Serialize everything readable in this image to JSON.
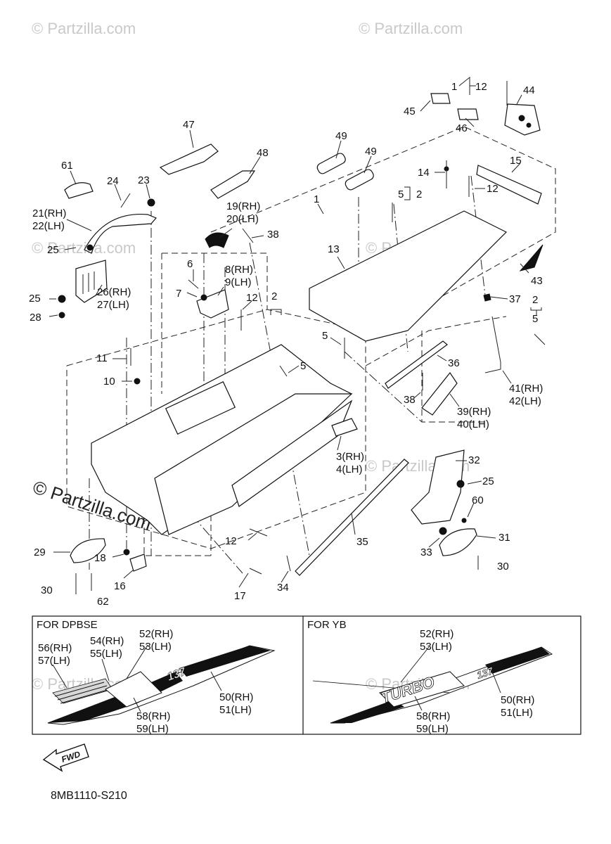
{
  "watermark": {
    "small": "© Partzilla.com",
    "large": "© Partzilla.com"
  },
  "callouts": [
    {
      "id": "c1a",
      "text": "1"
    },
    {
      "id": "c12a",
      "text": "12"
    },
    {
      "id": "c44",
      "text": "44"
    },
    {
      "id": "c45",
      "text": "45"
    },
    {
      "id": "c46",
      "text": "46"
    },
    {
      "id": "c47",
      "text": "47"
    },
    {
      "id": "c48",
      "text": "48"
    },
    {
      "id": "c49a",
      "text": "49"
    },
    {
      "id": "c49b",
      "text": "49"
    },
    {
      "id": "c61",
      "text": "61"
    },
    {
      "id": "c24",
      "text": "24"
    },
    {
      "id": "c23",
      "text": "23"
    },
    {
      "id": "c15",
      "text": "15"
    },
    {
      "id": "c14",
      "text": "14"
    },
    {
      "id": "c12b",
      "text": "12"
    },
    {
      "id": "c5a",
      "text": "5"
    },
    {
      "id": "c2a",
      "text": "2"
    },
    {
      "id": "c1b",
      "text": "1"
    },
    {
      "id": "c21",
      "text": "21(RH)"
    },
    {
      "id": "c22",
      "text": "22(LH)"
    },
    {
      "id": "c19",
      "text": "19(RH)"
    },
    {
      "id": "c20",
      "text": "20(LH)"
    },
    {
      "id": "c38a",
      "text": "38"
    },
    {
      "id": "c13",
      "text": "13"
    },
    {
      "id": "c43",
      "text": "43"
    },
    {
      "id": "c25a",
      "text": "25"
    },
    {
      "id": "c6",
      "text": "6"
    },
    {
      "id": "c8",
      "text": "8(RH)"
    },
    {
      "id": "c9",
      "text": "9(LH)"
    },
    {
      "id": "c26",
      "text": "26(RH)"
    },
    {
      "id": "c27",
      "text": "27(LH)"
    },
    {
      "id": "c25b",
      "text": "25"
    },
    {
      "id": "c7",
      "text": "7"
    },
    {
      "id": "c12c",
      "text": "12"
    },
    {
      "id": "c2b",
      "text": "2"
    },
    {
      "id": "c37",
      "text": "37"
    },
    {
      "id": "c2c",
      "text": "2"
    },
    {
      "id": "c5b",
      "text": "5"
    },
    {
      "id": "c28",
      "text": "28"
    },
    {
      "id": "c5c",
      "text": "5"
    },
    {
      "id": "c11",
      "text": "11"
    },
    {
      "id": "c5d",
      "text": "5"
    },
    {
      "id": "c36",
      "text": "36"
    },
    {
      "id": "c10",
      "text": "10"
    },
    {
      "id": "c41",
      "text": "41(RH)"
    },
    {
      "id": "c42",
      "text": "42(LH)"
    },
    {
      "id": "c38b",
      "text": "38"
    },
    {
      "id": "c39",
      "text": "39(RH)"
    },
    {
      "id": "c40",
      "text": "40(LH)"
    },
    {
      "id": "c3",
      "text": "3(RH)"
    },
    {
      "id": "c4",
      "text": "4(LH)"
    },
    {
      "id": "c32",
      "text": "32"
    },
    {
      "id": "c25c",
      "text": "25"
    },
    {
      "id": "c60",
      "text": "60"
    },
    {
      "id": "c12d",
      "text": "12"
    },
    {
      "id": "c35",
      "text": "35"
    },
    {
      "id": "c31",
      "text": "31"
    },
    {
      "id": "c29",
      "text": "29"
    },
    {
      "id": "c18",
      "text": "18"
    },
    {
      "id": "c33",
      "text": "33"
    },
    {
      "id": "c30a",
      "text": "30"
    },
    {
      "id": "c16",
      "text": "16"
    },
    {
      "id": "c34",
      "text": "34"
    },
    {
      "id": "c17",
      "text": "17"
    },
    {
      "id": "c30b",
      "text": "30"
    },
    {
      "id": "c62",
      "text": "62"
    },
    {
      "id": "c52a",
      "text": "52(RH)"
    },
    {
      "id": "c53a",
      "text": "53(LH)"
    },
    {
      "id": "c54",
      "text": "54(RH)"
    },
    {
      "id": "c55",
      "text": "55(LH)"
    },
    {
      "id": "c56",
      "text": "56(RH)"
    },
    {
      "id": "c57",
      "text": "57(LH)"
    },
    {
      "id": "c50a",
      "text": "50(RH)"
    },
    {
      "id": "c51a",
      "text": "51(LH)"
    },
    {
      "id": "c58a",
      "text": "58(RH)"
    },
    {
      "id": "c59a",
      "text": "59(LH)"
    },
    {
      "id": "c52b",
      "text": "52(RH)"
    },
    {
      "id": "c53b",
      "text": "53(LH)"
    },
    {
      "id": "c50b",
      "text": "50(RH)"
    },
    {
      "id": "c51b",
      "text": "51(LH)"
    },
    {
      "id": "c58b",
      "text": "58(RH)"
    },
    {
      "id": "c59b",
      "text": "59(LH)"
    }
  ],
  "sections": {
    "left_title": "FOR DPBSE",
    "right_title": "FOR YB"
  },
  "decal_text": {
    "left_model": "137",
    "right_word": "TURBO",
    "right_model": "137"
  },
  "fwd_label": "FWD",
  "diagram_code": "8MB1110-S210"
}
